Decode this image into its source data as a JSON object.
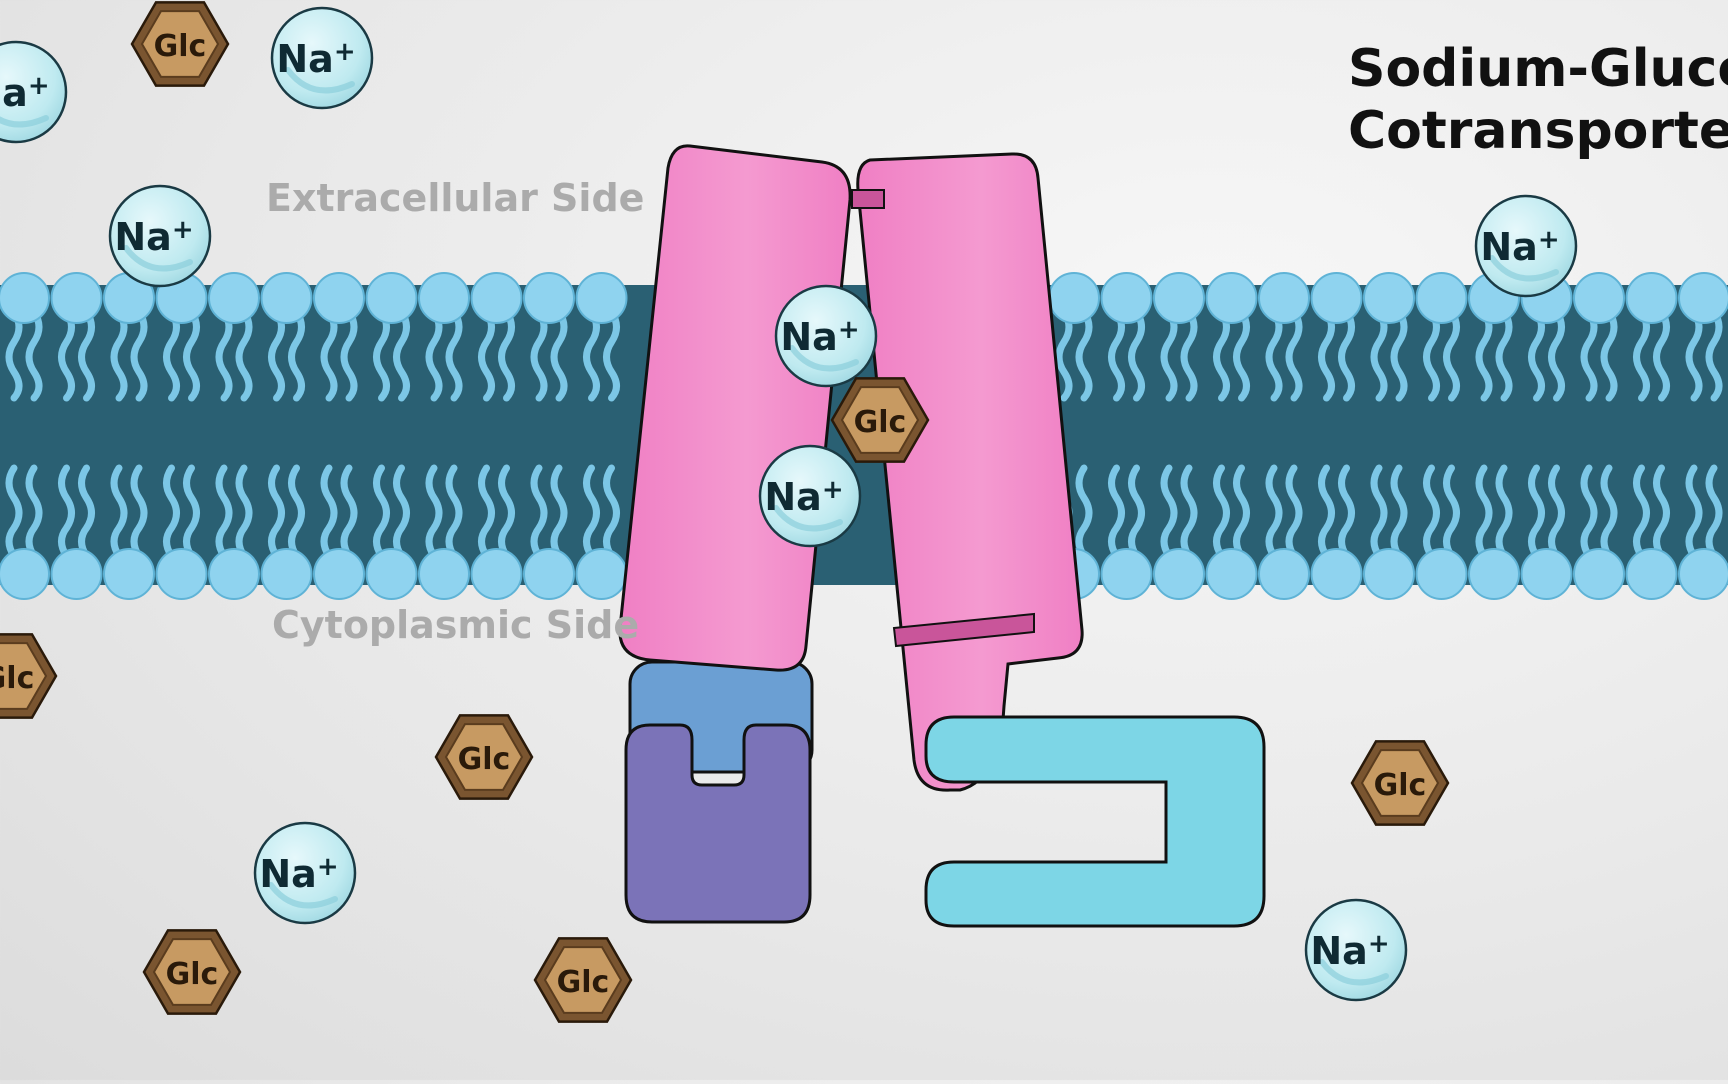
{
  "title": {
    "line1": "Sodium-Glucose",
    "line2": "Cotransporter"
  },
  "labels": {
    "extracellular": "Extracellular Side",
    "cytoplasmic": "Cytoplasmic Side",
    "sodium_base": "Na",
    "sodium_charge": "+",
    "glucose": "Glc"
  },
  "colors": {
    "background": "#e8e8e8",
    "membrane_core": "#2a6073",
    "lipid_head": "#8fd3ef",
    "lipid_tail": "#7cc7e6",
    "transporter": "#f07fc4",
    "transporter_dark": "#c9559a",
    "blue_domain": "#6b9fd3",
    "purple_domain": "#7b73b8",
    "cyan_domain": "#7dd6e6",
    "sodium_fill": "#bfeaf0",
    "glucose_fill": "#b88a55",
    "glucose_inner": "#c79a62"
  },
  "icons": [
    "sodium-ion-icon",
    "glucose-molecule-icon",
    "phospholipid-icon"
  ]
}
